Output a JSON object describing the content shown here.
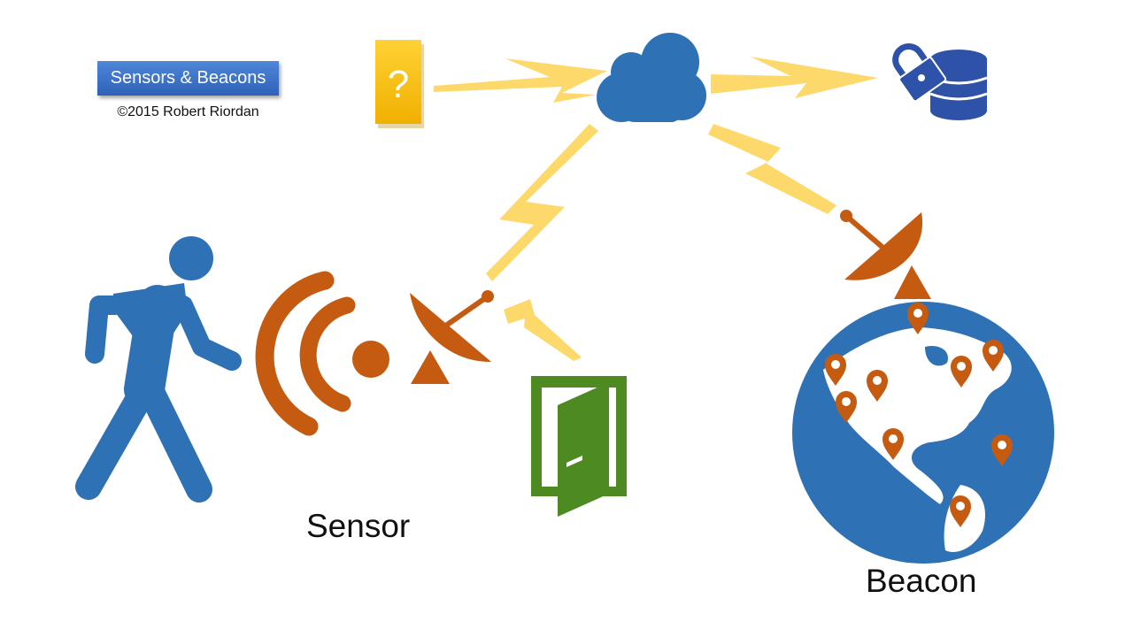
{
  "title_badge": "Sensors & Beacons",
  "copyright": "©2015 Robert Riordan",
  "labels": {
    "sensor": "Sensor",
    "beacon": "Beacon"
  },
  "unknown_device_glyph": "?",
  "icons": [
    "walking-person-icon",
    "wifi-signal-icon",
    "satellite-dish-icon",
    "door-icon",
    "question-card-icon",
    "cloud-icon",
    "secure-database-icon",
    "globe-icon",
    "map-pin-icon",
    "lightning-bolt-icon"
  ],
  "colors": {
    "blue": "#2e72b5",
    "orange": "#c55a11",
    "yellow": "#fdd96c",
    "green": "#4e8a22",
    "badge": "#3c73c9",
    "card": "#f5b800"
  }
}
